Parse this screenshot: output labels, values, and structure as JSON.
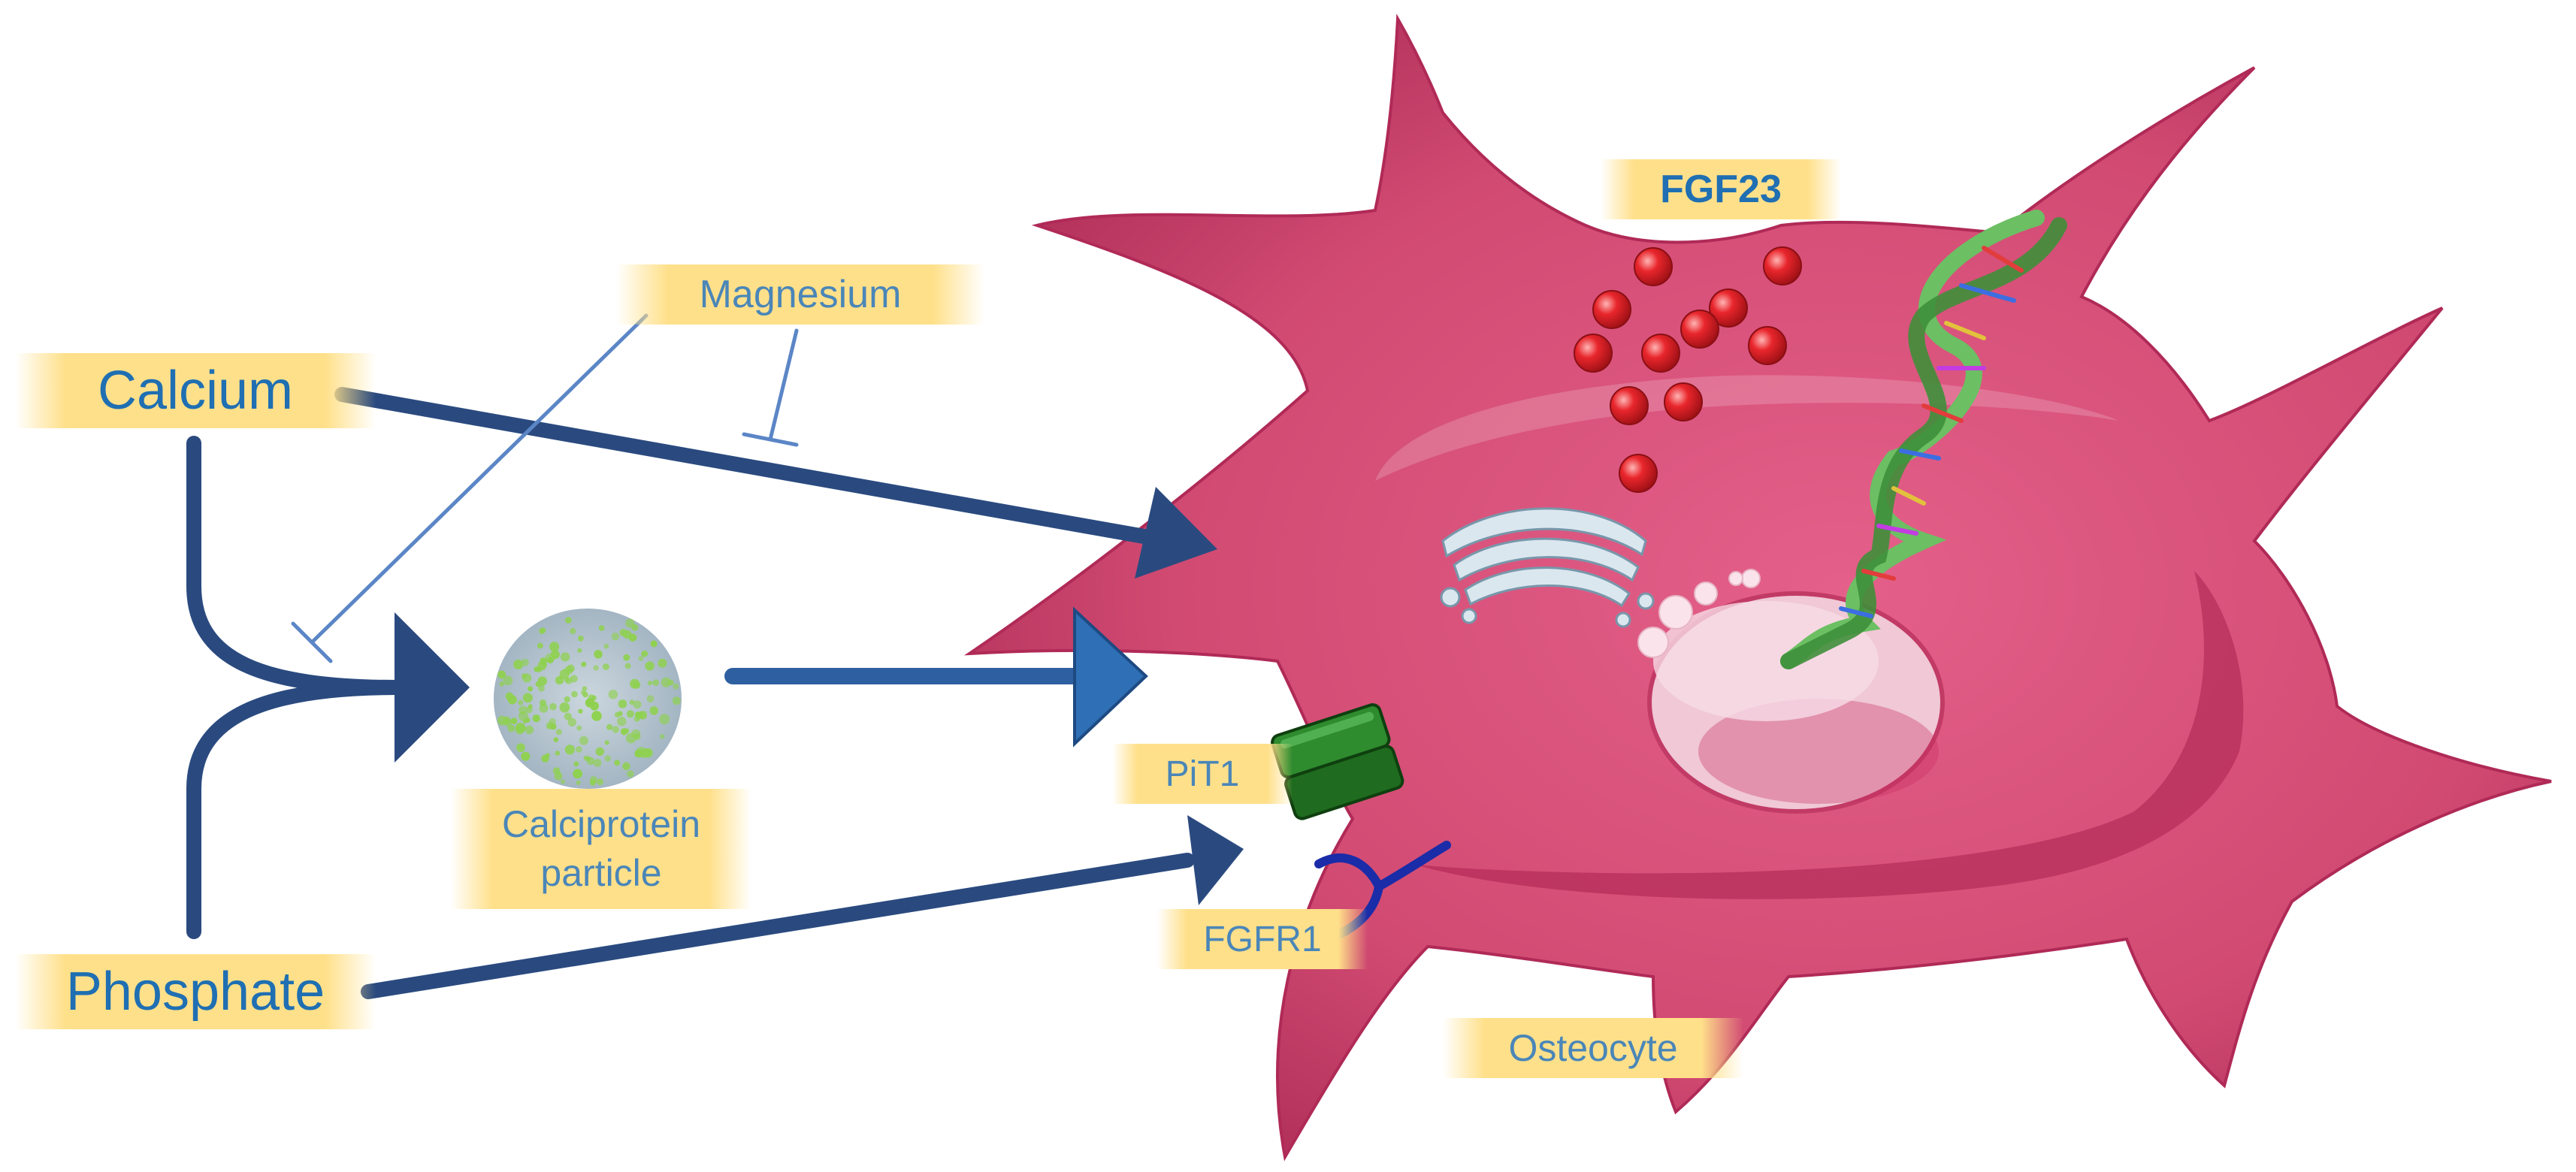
{
  "labels": {
    "calcium": "Calcium",
    "phosphate": "Phosphate",
    "magnesium": "Magnesium",
    "calciprotein_line1": "Calciprotein",
    "calciprotein_line2": "particle",
    "fgf23": "FGF23",
    "pit1": "PiT1",
    "fgfr1": "FGFR1",
    "osteocyte": "Osteocyte"
  },
  "colors": {
    "arrow": "#2a4a7f",
    "arrow_light": "#2e6fb5",
    "inhibition_line": "#5b86c6",
    "cell_body": "#d14a72",
    "cell_dark": "#b02a57",
    "nucleus": "#f0c8d6",
    "fgf23_molecule": "#e2232a",
    "pit1_transporter": "#1f6b1f",
    "fgfr1_receptor": "#1a2ca8",
    "label_bg": "#ffe08a"
  },
  "icons": [
    "calciprotein-particle-icon",
    "fgf23-molecule-icon",
    "dna-helix-icon",
    "golgi-apparatus-icon",
    "pit1-transporter-icon",
    "fgfr1-receptor-icon"
  ]
}
